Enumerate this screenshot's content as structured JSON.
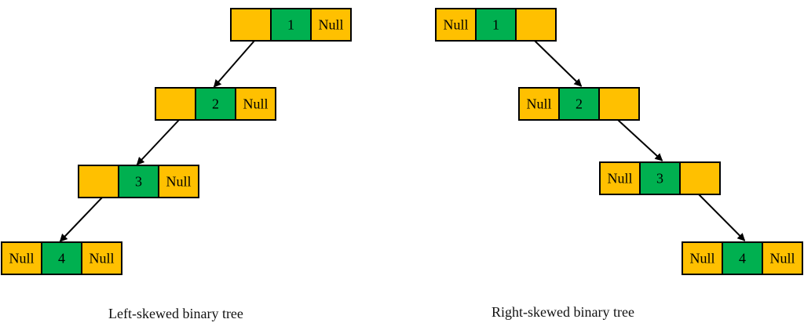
{
  "colors": {
    "pointer_cell": "#FFC000",
    "value_cell": "#00B050",
    "border": "#000000",
    "arrow": "#000000"
  },
  "left_tree": {
    "caption": "Left-skewed binary tree",
    "nodes": [
      {
        "left": "",
        "value": "1",
        "right": "Null"
      },
      {
        "left": "",
        "value": "2",
        "right": "Null"
      },
      {
        "left": "",
        "value": "3",
        "right": "Null"
      },
      {
        "left": "Null",
        "value": "4",
        "right": "Null"
      }
    ]
  },
  "right_tree": {
    "caption": "Right-skewed binary tree",
    "nodes": [
      {
        "left": "Null",
        "value": "1",
        "right": ""
      },
      {
        "left": "Null",
        "value": "2",
        "right": ""
      },
      {
        "left": "Null",
        "value": "3",
        "right": ""
      },
      {
        "left": "Null",
        "value": "4",
        "right": "Null"
      }
    ]
  }
}
